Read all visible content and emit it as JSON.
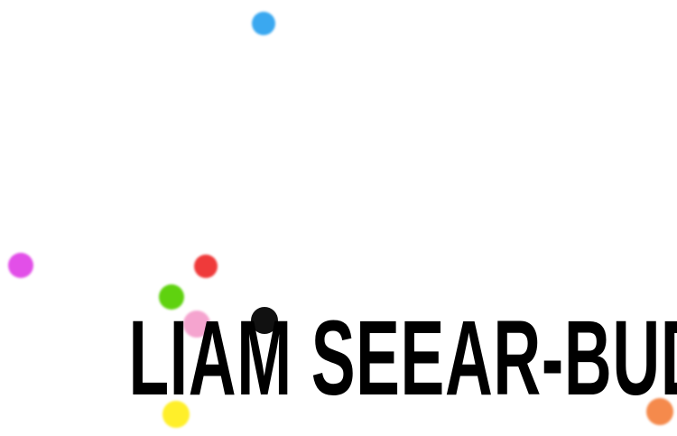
{
  "title": "LIAM SEEAR-BUDD",
  "dots": [
    {
      "name": "blue-dot",
      "color": "#3aa8f0"
    },
    {
      "name": "magenta-dot",
      "color": "#e24fe8"
    },
    {
      "name": "red-dot",
      "color": "#ef3a3a"
    },
    {
      "name": "green-dot",
      "color": "#5fd20f"
    },
    {
      "name": "pink-dot",
      "color": "#f5a4cf"
    },
    {
      "name": "black-dot",
      "color": "#111111"
    },
    {
      "name": "yellow-dot",
      "color": "#ffef2a"
    },
    {
      "name": "orange-dot",
      "color": "#f58a4c"
    }
  ]
}
